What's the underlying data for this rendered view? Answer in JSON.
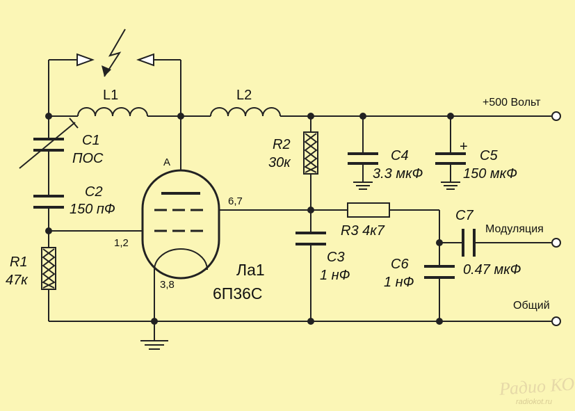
{
  "labels": {
    "l1": "L1",
    "l2": "L2",
    "c1_name": "C1",
    "c1_value": "ПОС",
    "c2_name": "C2",
    "c2_value": "150 пФ",
    "r1_name": "R1",
    "r1_value": "47к",
    "r2_name": "R2",
    "r2_value": "30к",
    "c4_name": "C4",
    "c4_value": "3.3 мкФ",
    "c5_name": "C5",
    "c5_value": "150 мкФ",
    "c5_polarity": "+",
    "c7_name": "C7",
    "c7_value": "0.47 мкФ",
    "r3_label": "R3 4к7",
    "c3_name": "C3",
    "c3_value": "1 нФ",
    "c6_name": "C6",
    "c6_value": "1 нФ",
    "tube_name": "Ла1",
    "tube_type": "6П36С",
    "pin_anode": "A",
    "pin_screen": "6,7",
    "pin_grid": "1,2",
    "pin_cathode": "3,8",
    "term_power": "+500 Вольт",
    "term_mod": "Модуляция",
    "term_common": "Общий"
  },
  "watermark": {
    "logo_text": "Радио КОТ",
    "url": "radiokot.ru"
  },
  "colors": {
    "background": "#fbf6b6",
    "line": "#222222",
    "watermark": "#e6d9a8"
  }
}
